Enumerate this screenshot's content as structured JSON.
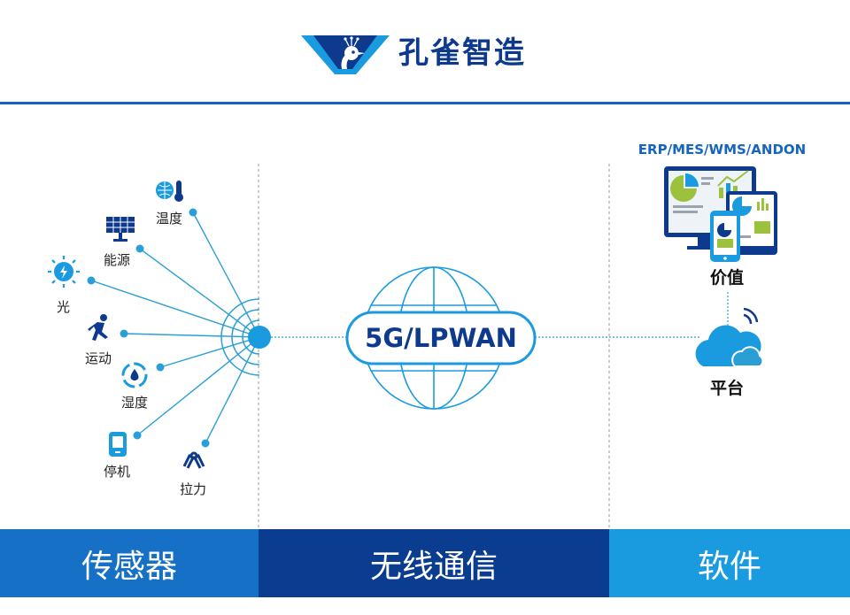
{
  "header": {
    "brand_name": "孔雀智造"
  },
  "sensors": {
    "items": [
      {
        "label": "温度",
        "icon": "globe-thermometer-icon"
      },
      {
        "label": "能源",
        "icon": "solar-panel-icon"
      },
      {
        "label": "光",
        "icon": "sun-icon"
      },
      {
        "label": "运动",
        "icon": "running-person-icon"
      },
      {
        "label": "湿度",
        "icon": "humidity-drop-icon"
      },
      {
        "label": "停机",
        "icon": "device-off-icon"
      },
      {
        "label": "拉力",
        "icon": "hand-grip-icon"
      }
    ]
  },
  "network": {
    "label": "5G/LPWAN",
    "icon": "globe-icon"
  },
  "software": {
    "systems_label": "ERP/MES/WMS/ANDON",
    "value_label": "价值",
    "platform_label": "平台"
  },
  "footer": {
    "sections": [
      "传感器",
      "无线通信",
      "软件"
    ]
  },
  "colors": {
    "brand_dark": "#0d3a8c",
    "accent_blue": "#1565c0",
    "bar_left": "#1570c6",
    "bar_mid": "#0a3d8f",
    "bar_right": "#1a9be0",
    "line_blue": "#2a9fd6"
  }
}
